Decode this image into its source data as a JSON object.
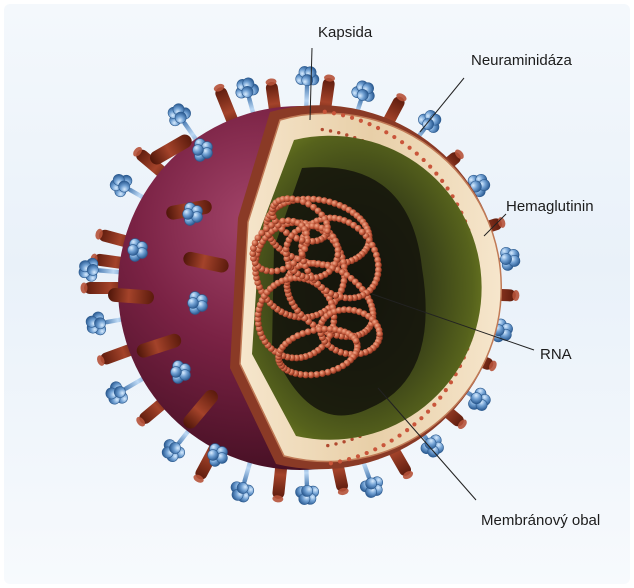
{
  "labels": {
    "capsid": "Kapsida",
    "neuraminidase": "Neuraminidáza",
    "hemagglutinin": "Hemaglutinin",
    "rna": "RNA",
    "envelope": "Membránový obal"
  },
  "colors": {
    "background": "#eef4fa",
    "outer_shell": "#6e1c38",
    "hemagglutinin_spike": "#7a2e1c",
    "neuraminidase_spike": "#6f9fd2",
    "membrane_layer": "#f0dcc0",
    "inner_layer": "#5f6c1c",
    "rna": "#c2583a"
  }
}
